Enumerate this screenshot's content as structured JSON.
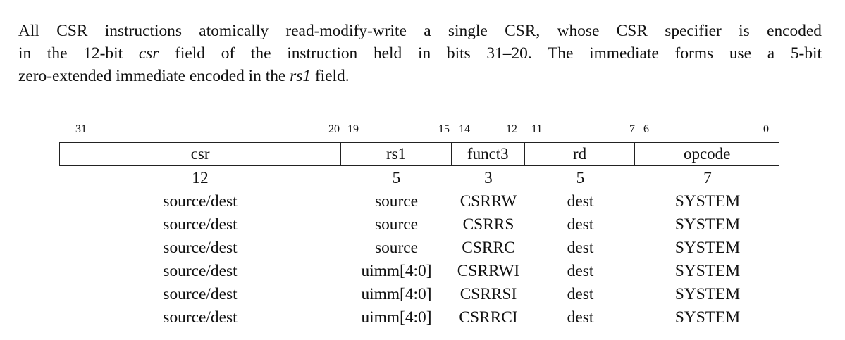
{
  "paragraph": {
    "line1_a": "All CSR instructions atomically read-modify-write a single CSR, whose CSR specifier is encoded",
    "line2_a": "in the 12-bit ",
    "line2_em": "csr",
    "line2_b": " field of the instruction held in bits 31–20.  The immediate forms use a 5-bit",
    "line3_a": "zero-extended immediate encoded in the ",
    "line3_em": "rs1",
    "line3_b": " field."
  },
  "bit_labels": [
    "31",
    "20",
    "19",
    "15",
    "14",
    "12",
    "11",
    "7",
    "6",
    "0"
  ],
  "fields": [
    "csr",
    "rs1",
    "funct3",
    "rd",
    "opcode"
  ],
  "widths": [
    "12",
    "5",
    "3",
    "5",
    "7"
  ],
  "rows": [
    [
      "source/dest",
      "source",
      "CSRRW",
      "dest",
      "SYSTEM"
    ],
    [
      "source/dest",
      "source",
      "CSRRS",
      "dest",
      "SYSTEM"
    ],
    [
      "source/dest",
      "source",
      "CSRRC",
      "dest",
      "SYSTEM"
    ],
    [
      "source/dest",
      "uimm[4:0]",
      "CSRRWI",
      "dest",
      "SYSTEM"
    ],
    [
      "source/dest",
      "uimm[4:0]",
      "CSRRSI",
      "dest",
      "SYSTEM"
    ],
    [
      "source/dest",
      "uimm[4:0]",
      "CSRRCI",
      "dest",
      "SYSTEM"
    ]
  ]
}
